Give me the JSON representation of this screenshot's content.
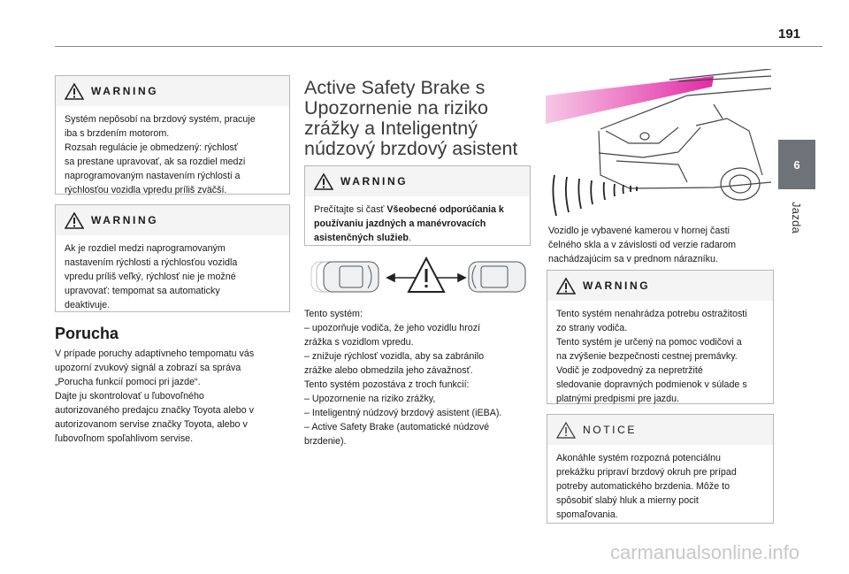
{
  "page": {
    "number": "191",
    "chapter_number": "6",
    "chapter_title": "Jazda",
    "watermark": "carmanualsonline.info"
  },
  "left": {
    "warning1": {
      "heading": "WARNING",
      "lines": [
        "Systém nepôsobí na brzdový systém, pracuje",
        "iba s brzdením motorom.",
        "Rozsah regulácie je obmedzený: rýchlosť",
        "sa prestane upravovať, ak sa rozdiel medzi",
        "naprogramovaným nastavením rýchlosti a",
        "rýchlosťou vozidla vpredu príliš zväčší."
      ]
    },
    "warning2": {
      "heading": "WARNING",
      "lines": [
        "Ak je rozdiel medzi naprogramovaným",
        "nastavením rýchlosti a rýchlosťou vozidla",
        "vpredu príliš veľký, rýchlosť nie je možné",
        "upravovať: tempomat sa automaticky",
        "deaktivuje."
      ]
    },
    "section_title": "Porucha",
    "paragraph": [
      "V prípade poruchy adaptívneho tempomatu vás",
      "upozorní zvukový signál a zobrazí sa správa",
      "„Porucha funkcií pomoci pri jazde“.",
      "Dajte ju skontrolovať u ľubovoľného",
      "autorizovaného predajcu značky Toyota alebo v",
      "autorizovanom servise značky Toyota, alebo v",
      "ľubovoľnom spoľahlivom servise."
    ]
  },
  "middle": {
    "title": "Active Safety Brake s Upozornenie na riziko zrážky a Inteligentný núdzový brzdový asistent",
    "warning": {
      "heading": "WARNING",
      "line1": "Prečítajte si časť ",
      "bold1": "Všeobecné odporúčania k",
      "bold2": "používaniu jazdných a manévrovacích",
      "bold3": "asistenčných služieb",
      "end": "."
    },
    "text": [
      "Tento systém:",
      "–  upozorňuje vodiča, že jeho vozidlu hrozí",
      "zrážka s vozidlom vpredu.",
      "–  znižuje rýchlosť vozidla, aby sa zabránilo",
      "zrážke alebo obmedzila jeho závažnosť.",
      "Tento systém pozostáva z troch funkcií:",
      "–  Upozornenie na riziko zrážky,",
      "–  Inteligentný núdzový brzdový asistent (iEBA).",
      "–  Active Safety Brake (automatické núdzové",
      "brzdenie)."
    ]
  },
  "right": {
    "caption": [
      "Vozidlo je vybavené kamerou v hornej časti",
      "čelného skla a v závislosti od verzie radarom",
      "nachádzajúcim sa v prednom nárazníku."
    ],
    "warning": {
      "heading": "WARNING",
      "lines": [
        "Tento systém nenahrádza potrebu ostražitosti",
        "zo strany vodiča.",
        "Tento systém je určený na pomoc vodičovi a",
        "na zvýšenie bezpečnosti cestnej premávky.",
        "Vodič je zodpovedný za nepretržité",
        "sledovanie dopravných podmienok v súlade s",
        "platnými predpismi pre jazdu."
      ]
    },
    "notice": {
      "heading": "NOTICE",
      "lines": [
        "Akonáhle systém rozpozná potenciálnu",
        "prekážku pripraví brzdový okruh pre prípad",
        "potreby automatického brzdenia. Môže to",
        "spôsobiť slabý hluk a mierny pocit",
        "spomaľovania."
      ]
    }
  },
  "colors": {
    "camera_beam": "#e020a0",
    "chapter_tab": "#6e7379",
    "warning_head_bg": "#f4f4f4"
  }
}
